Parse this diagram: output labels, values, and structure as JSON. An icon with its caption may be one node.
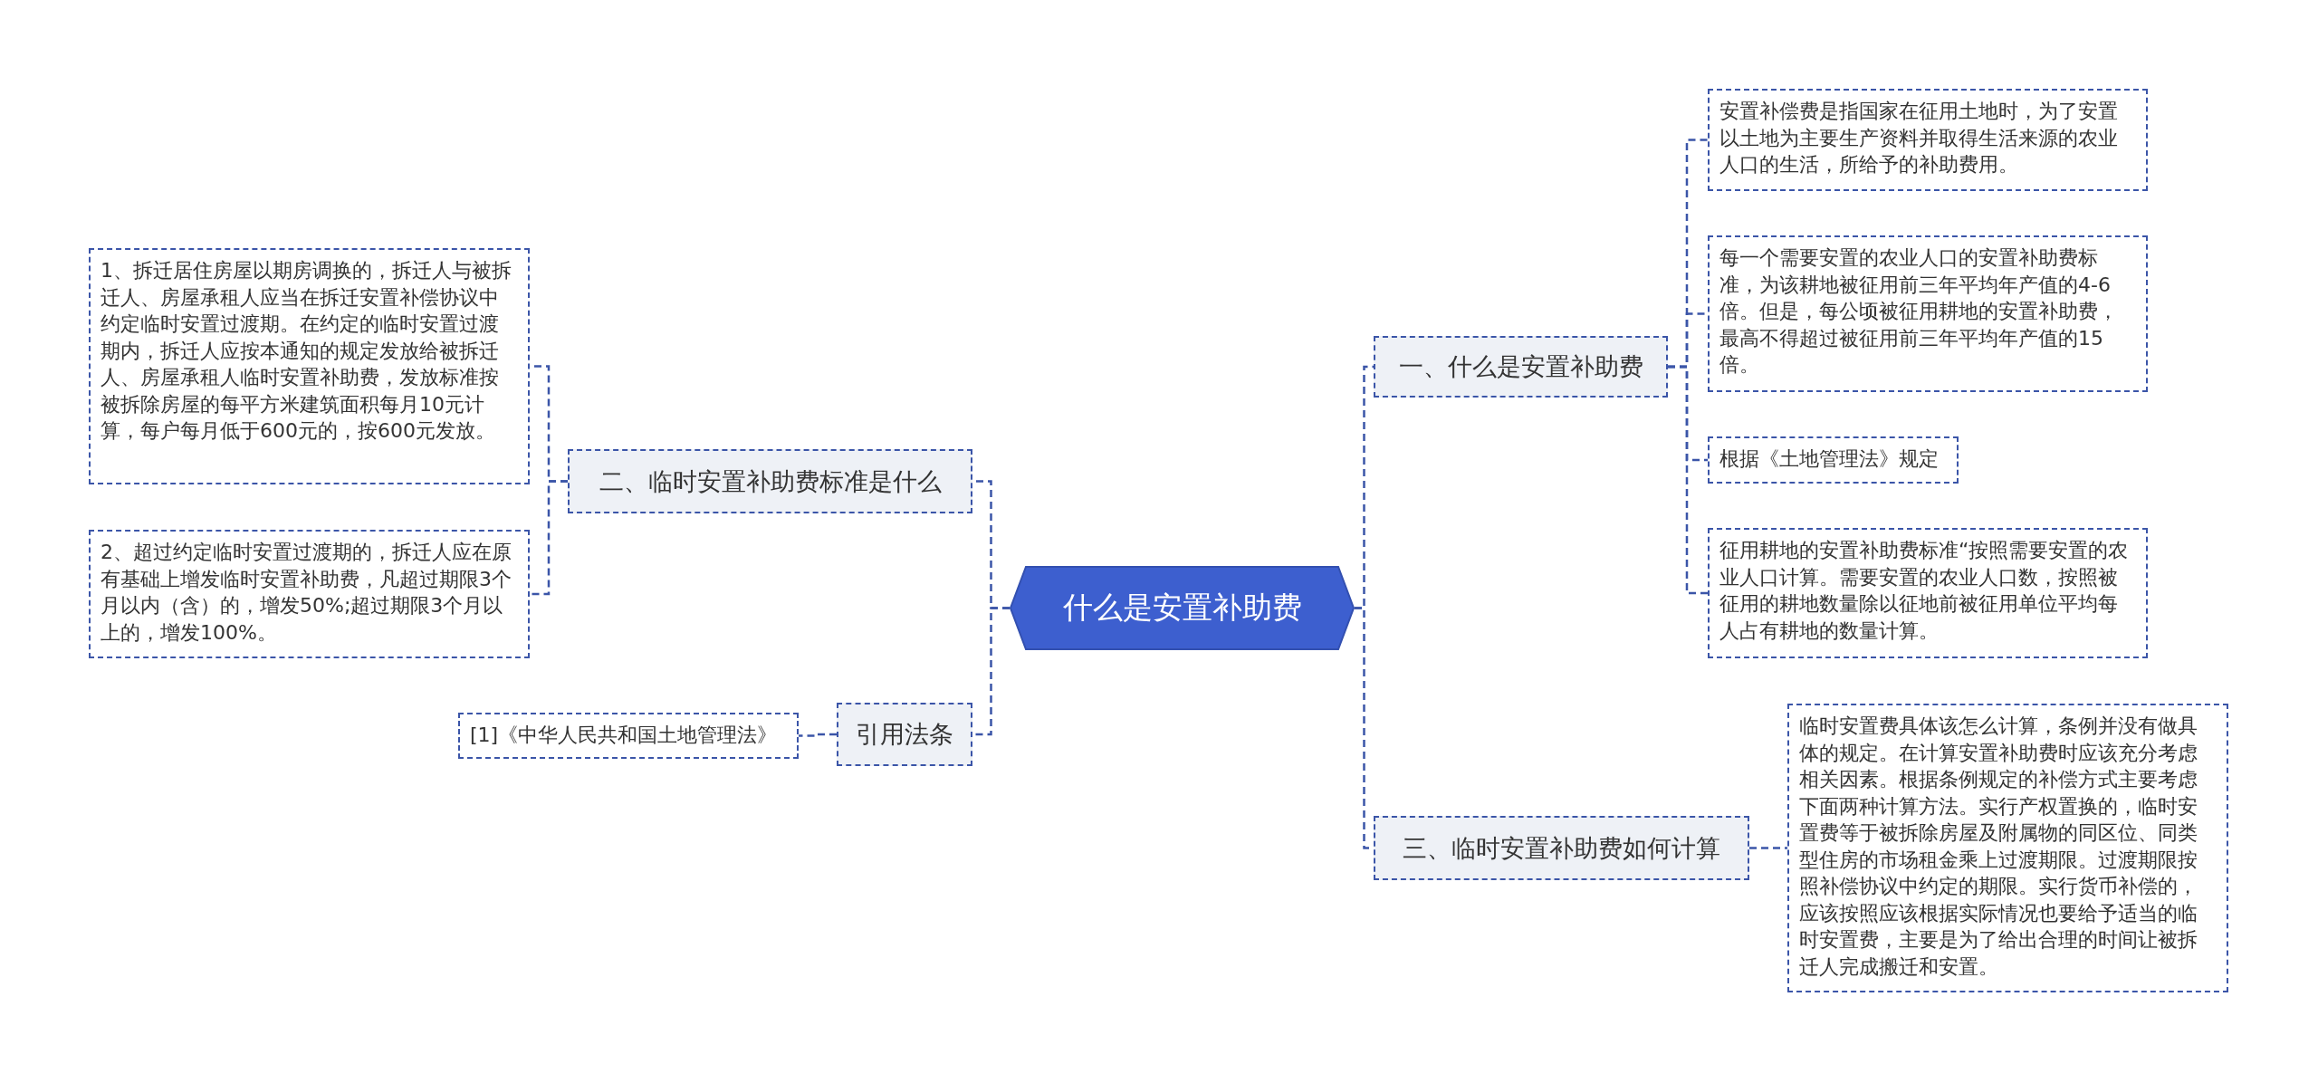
{
  "diagram": {
    "nodes": [
      {
        "text": [
          "什么是安置补助费"
        ]
      },
      {
        "text": [
          "一、什么是安置补助费"
        ]
      },
      {
        "text": [
          "安置补偿费是指国家在征用土地时，为了安置以土地为主要生产资料并取得生活来源的农业人口的生活，所给予的补助费用。"
        ]
      },
      {
        "text": [
          "每一个需要安置的农业人口的安置补助费标准，为该耕地被征用前三年平均年产值的4-6倍。但是，每公顷被征用耕地的安置补助费，最高不得超过被征用前三年平均年产值的15倍。"
        ]
      },
      {
        "text": [
          "根据《土地管理法》规定"
        ]
      },
      {
        "text": [
          "征用耕地的安置补助费标准“按照需要安置的农业人口计算。需要安置的农业人口数，按照被征用的耕地数量除以征地前被征用单位平均每人占有耕地的数量计算。"
        ]
      },
      {
        "text": [
          "三、临时安置补助费如何计算"
        ]
      },
      {
        "text": [
          "临时安置费具体该怎么计算，条例并没有做具体的规定。在计算安置补助费时应该充分考虑相关因素。根据条例规定的补偿方式主要考虑下面两种计算方法。实行产权置换的，临时安置费等于被拆除房屋及附属物的同区位、同类型住房的市场租金乘上过渡期限。过渡期限按照补偿协议中约定的期限。实行货币补偿的，应该按照应该根据实际情况也要给予适当的临时安置费，主要是为了给出合理的时间让被拆迁人完成搬迁和安置。"
        ]
      },
      {
        "text": [
          "二、临时安置补助费标准是什么"
        ]
      },
      {
        "text": [
          "1、拆迁居住房屋以期房调换的，拆迁人与被拆迁人、房屋承租人应当在拆迁安置补偿协议中约定临时安置过渡期。在约定的临时安置过渡期内，拆迁人应按本通知的规定发放给被拆迁人、房屋承租人临时安置补助费，发放标准按被拆除房屋的每平方米建筑面积每月10元计算，每户每月低于600元的，按600元发放。"
        ]
      },
      {
        "text": [
          "2、超过约定临时安置过渡期的，拆迁人应在原有基础上增发临时安置补助费，凡超过期限3个月以内（含）的，增发50%;超过期限3个月以上的，增发100%。"
        ]
      },
      {
        "text": [
          "引用法条"
        ]
      },
      {
        "text": [
          "[1]《中华人民共和国土地管理法》"
        ]
      }
    ],
    "edges": [
      {
        "from": 0,
        "to": 1,
        "arrow": "none"
      },
      {
        "from": 1,
        "to": 2,
        "arrow": "none"
      },
      {
        "from": 1,
        "to": 3,
        "arrow": "none"
      },
      {
        "from": 1,
        "to": 4,
        "arrow": "none"
      },
      {
        "from": 1,
        "to": 5,
        "arrow": "none"
      },
      {
        "from": 0,
        "to": 6,
        "arrow": "none"
      },
      {
        "from": 6,
        "to": 7,
        "arrow": "none"
      },
      {
        "from": 0,
        "to": 8,
        "arrow": "none"
      },
      {
        "from": 8,
        "to": 9,
        "arrow": "none"
      },
      {
        "from": 8,
        "to": 10,
        "arrow": "none"
      },
      {
        "from": 0,
        "to": 11,
        "arrow": "none"
      },
      {
        "from": 11,
        "to": 12,
        "arrow": "none"
      }
    ]
  }
}
